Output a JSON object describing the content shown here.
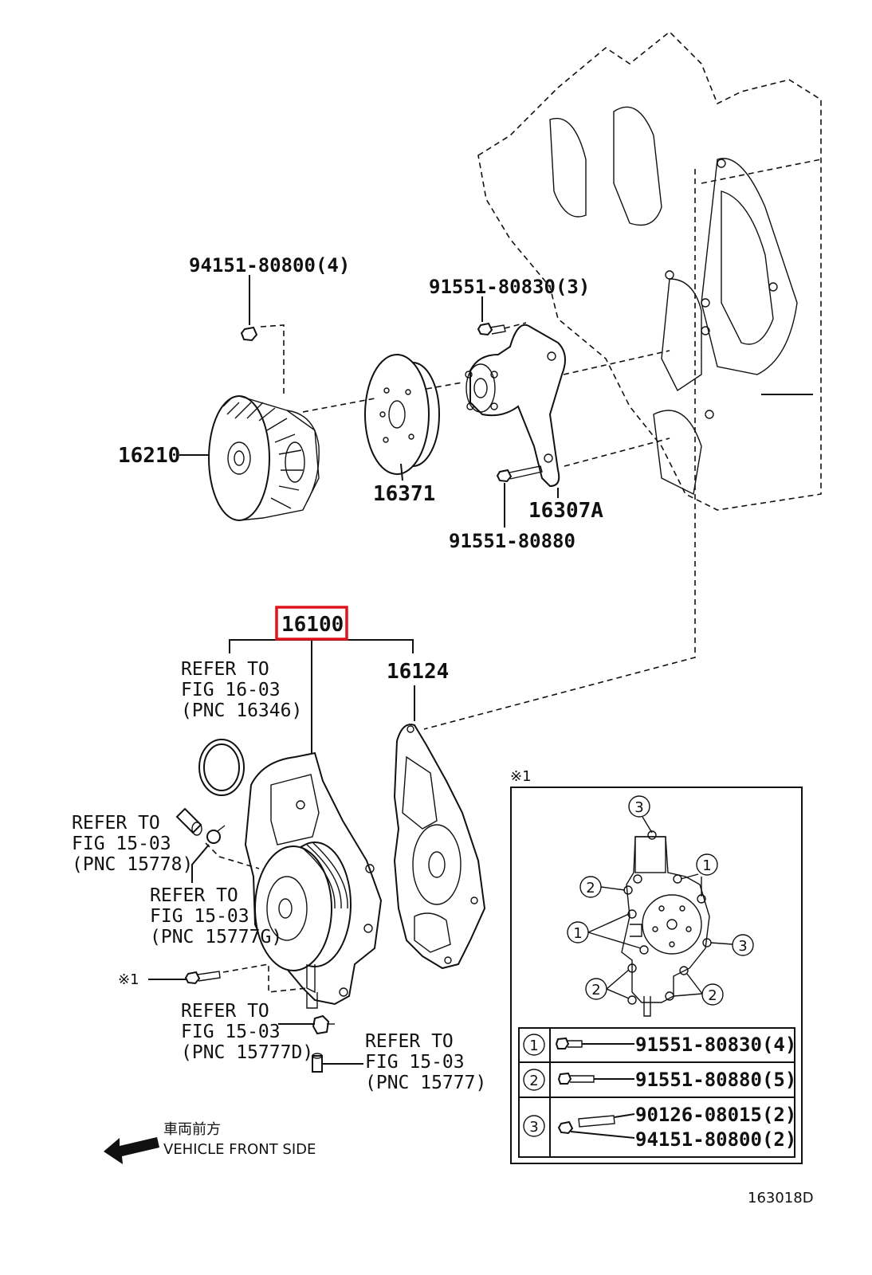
{
  "labels": {
    "bolt_fan_clutch": "94151-80800(4)",
    "bolt_bracket": "91551-80830(3)",
    "fan_clutch": "16210",
    "pulley": "16371",
    "bracket": "16307A",
    "bolt_long": "91551-80880",
    "water_pump": "16100",
    "gasket": "16124"
  },
  "refs": {
    "oring": [
      "REFER TO",
      "FIG 16-03",
      "(PNC 16346)"
    ],
    "hose": [
      "REFER TO",
      "FIG 15-03",
      "(PNC 15778)"
    ],
    "clamp": [
      "REFER TO",
      "FIG 15-03",
      "(PNC 15777G)"
    ],
    "fitting": [
      "REFER TO",
      "FIG 15-03",
      "(PNC 15777D)"
    ],
    "pipe": [
      "REFER TO",
      "FIG 15-03",
      "(PNC 15777)"
    ]
  },
  "note_marker": "※1",
  "inset": {
    "marker": "※1",
    "callouts": [
      "1",
      "2",
      "3"
    ],
    "table": [
      {
        "key": "1",
        "parts": [
          "91551-80830(4)"
        ]
      },
      {
        "key": "2",
        "parts": [
          "91551-80880(5)"
        ]
      },
      {
        "key": "3",
        "parts": [
          "90126-08015(2)",
          "94151-80800(2)"
        ]
      }
    ]
  },
  "direction": {
    "jp": "車両前方",
    "en": "VEHICLE FRONT SIDE"
  },
  "figure_id": "163018D",
  "colors": {
    "highlight": "#e0141b",
    "ink": "#111111"
  }
}
